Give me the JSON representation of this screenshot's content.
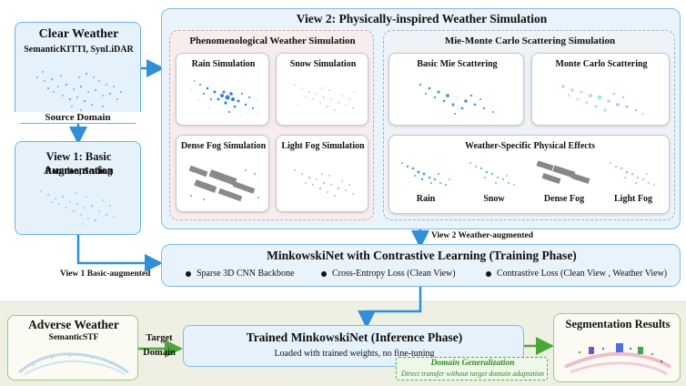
{
  "clear_weather": {
    "title": "Clear Weather",
    "subtitle": "SemanticKITTI, SynLiDAR"
  },
  "source_domain_label": "Source Domain",
  "view1": {
    "title": "View 1: Basic Augmentation",
    "subtitle": "Rotation, Scaling"
  },
  "view2": {
    "title": "View 2: Physically-inspired Weather Simulation"
  },
  "phenomenological": {
    "title": "Phenomenological Weather Simulation",
    "panels": [
      "Rain Simulation",
      "Snow Simulation",
      "Dense Fog Simulation",
      "Light Fog Simulation"
    ]
  },
  "mie": {
    "title": "Mie-Monte Carlo Scattering Simulation",
    "panels": [
      "Basic Mie Scattering",
      "Monte Carlo Scattering"
    ],
    "effects_title": "Weather-Specific Physical Effects",
    "effects": [
      "Rain",
      "Snow",
      "Dense Fog",
      "Light Fog"
    ]
  },
  "view2_arrow_label": "View 2 Weather-augmented",
  "view1_arrow_label": "View 1 Basic-augmented",
  "training": {
    "title": "MinkowskiNet with Contrastive Learning (Training Phase)",
    "items": [
      "Sparse 3D CNN Backbone",
      "Cross-Entropy Loss (Clean View)",
      "Contrastive Loss (Clean View , Weather View)"
    ]
  },
  "adverse": {
    "title": "Adverse Weather",
    "subtitle": "SemanticSTF"
  },
  "target_domain_label": [
    "Target",
    "Domain"
  ],
  "inference": {
    "title": "Trained MinkowskiNet (Inference Phase)",
    "subtitle": "Loaded with trained weights, no fine-tuning"
  },
  "domain_generalization": {
    "title": "Domain Generalization",
    "subtitle": "Direct transfer without target domain adaptation"
  },
  "segmentation": {
    "title": "Segmentation Results"
  },
  "colors": {
    "arrow_blue": "#2f8fd8",
    "arrow_green": "#4aa83a"
  }
}
